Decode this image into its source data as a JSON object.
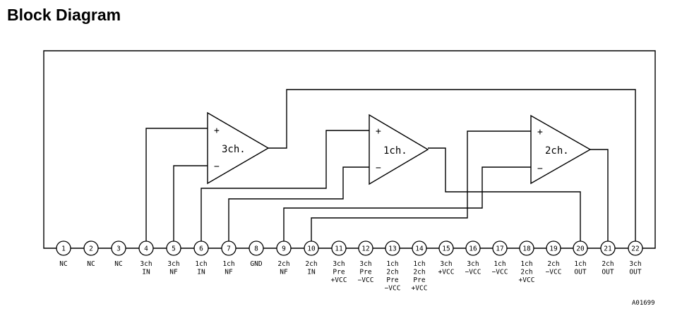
{
  "title": "Block Diagram",
  "figure_code": "A01699",
  "amplifiers": [
    {
      "id": "amp3",
      "label": "3ch.",
      "plus": "+",
      "minus": "−"
    },
    {
      "id": "amp1",
      "label": "1ch.",
      "plus": "+",
      "minus": "−"
    },
    {
      "id": "amp2",
      "label": "2ch.",
      "plus": "+",
      "minus": "−"
    }
  ],
  "pins": [
    {
      "num": "1",
      "label": [
        "NC"
      ]
    },
    {
      "num": "2",
      "label": [
        "NC"
      ]
    },
    {
      "num": "3",
      "label": [
        "NC"
      ]
    },
    {
      "num": "4",
      "label": [
        "3ch",
        "IN"
      ]
    },
    {
      "num": "5",
      "label": [
        "3ch",
        "NF"
      ]
    },
    {
      "num": "6",
      "label": [
        "1ch",
        "IN"
      ]
    },
    {
      "num": "7",
      "label": [
        "1ch",
        "NF"
      ]
    },
    {
      "num": "8",
      "label": [
        "GND"
      ]
    },
    {
      "num": "9",
      "label": [
        "2ch",
        "NF"
      ]
    },
    {
      "num": "10",
      "label": [
        "2ch",
        "IN"
      ]
    },
    {
      "num": "11",
      "label": [
        "3ch",
        "Pre",
        "+VCC"
      ]
    },
    {
      "num": "12",
      "label": [
        "3ch",
        "Pre",
        "−VCC"
      ]
    },
    {
      "num": "13",
      "label": [
        "1ch",
        "2ch",
        "Pre",
        "−VCC"
      ]
    },
    {
      "num": "14",
      "label": [
        "1ch",
        "2ch",
        "Pre",
        "+VCC"
      ]
    },
    {
      "num": "15",
      "label": [
        "3ch",
        "+VCC"
      ]
    },
    {
      "num": "16",
      "label": [
        "3ch",
        "−VCC"
      ]
    },
    {
      "num": "17",
      "label": [
        "1ch",
        "−VCC"
      ]
    },
    {
      "num": "18",
      "label": [
        "1ch",
        "2ch",
        "+VCC"
      ]
    },
    {
      "num": "19",
      "label": [
        "2ch",
        "−VCC"
      ]
    },
    {
      "num": "20",
      "label": [
        "1ch",
        "OUT"
      ]
    },
    {
      "num": "21",
      "label": [
        "2ch",
        "OUT"
      ]
    },
    {
      "num": "22",
      "label": [
        "3ch",
        "OUT"
      ]
    }
  ],
  "connections": [
    {
      "from": "pin-4",
      "to": "amp3.plus"
    },
    {
      "from": "pin-5",
      "to": "amp3.minus"
    },
    {
      "from": "pin-6",
      "to": "amp1.plus"
    },
    {
      "from": "pin-7",
      "to": "amp1.minus"
    },
    {
      "from": "pin-9",
      "to": "amp2.minus"
    },
    {
      "from": "pin-10",
      "to": "amp2.plus"
    },
    {
      "from": "amp3.out",
      "to": "pin-22"
    },
    {
      "from": "amp1.out",
      "to": "pin-20"
    },
    {
      "from": "amp2.out",
      "to": "pin-21"
    },
    {
      "from": "pin-1",
      "to": "pin-22"
    }
  ]
}
